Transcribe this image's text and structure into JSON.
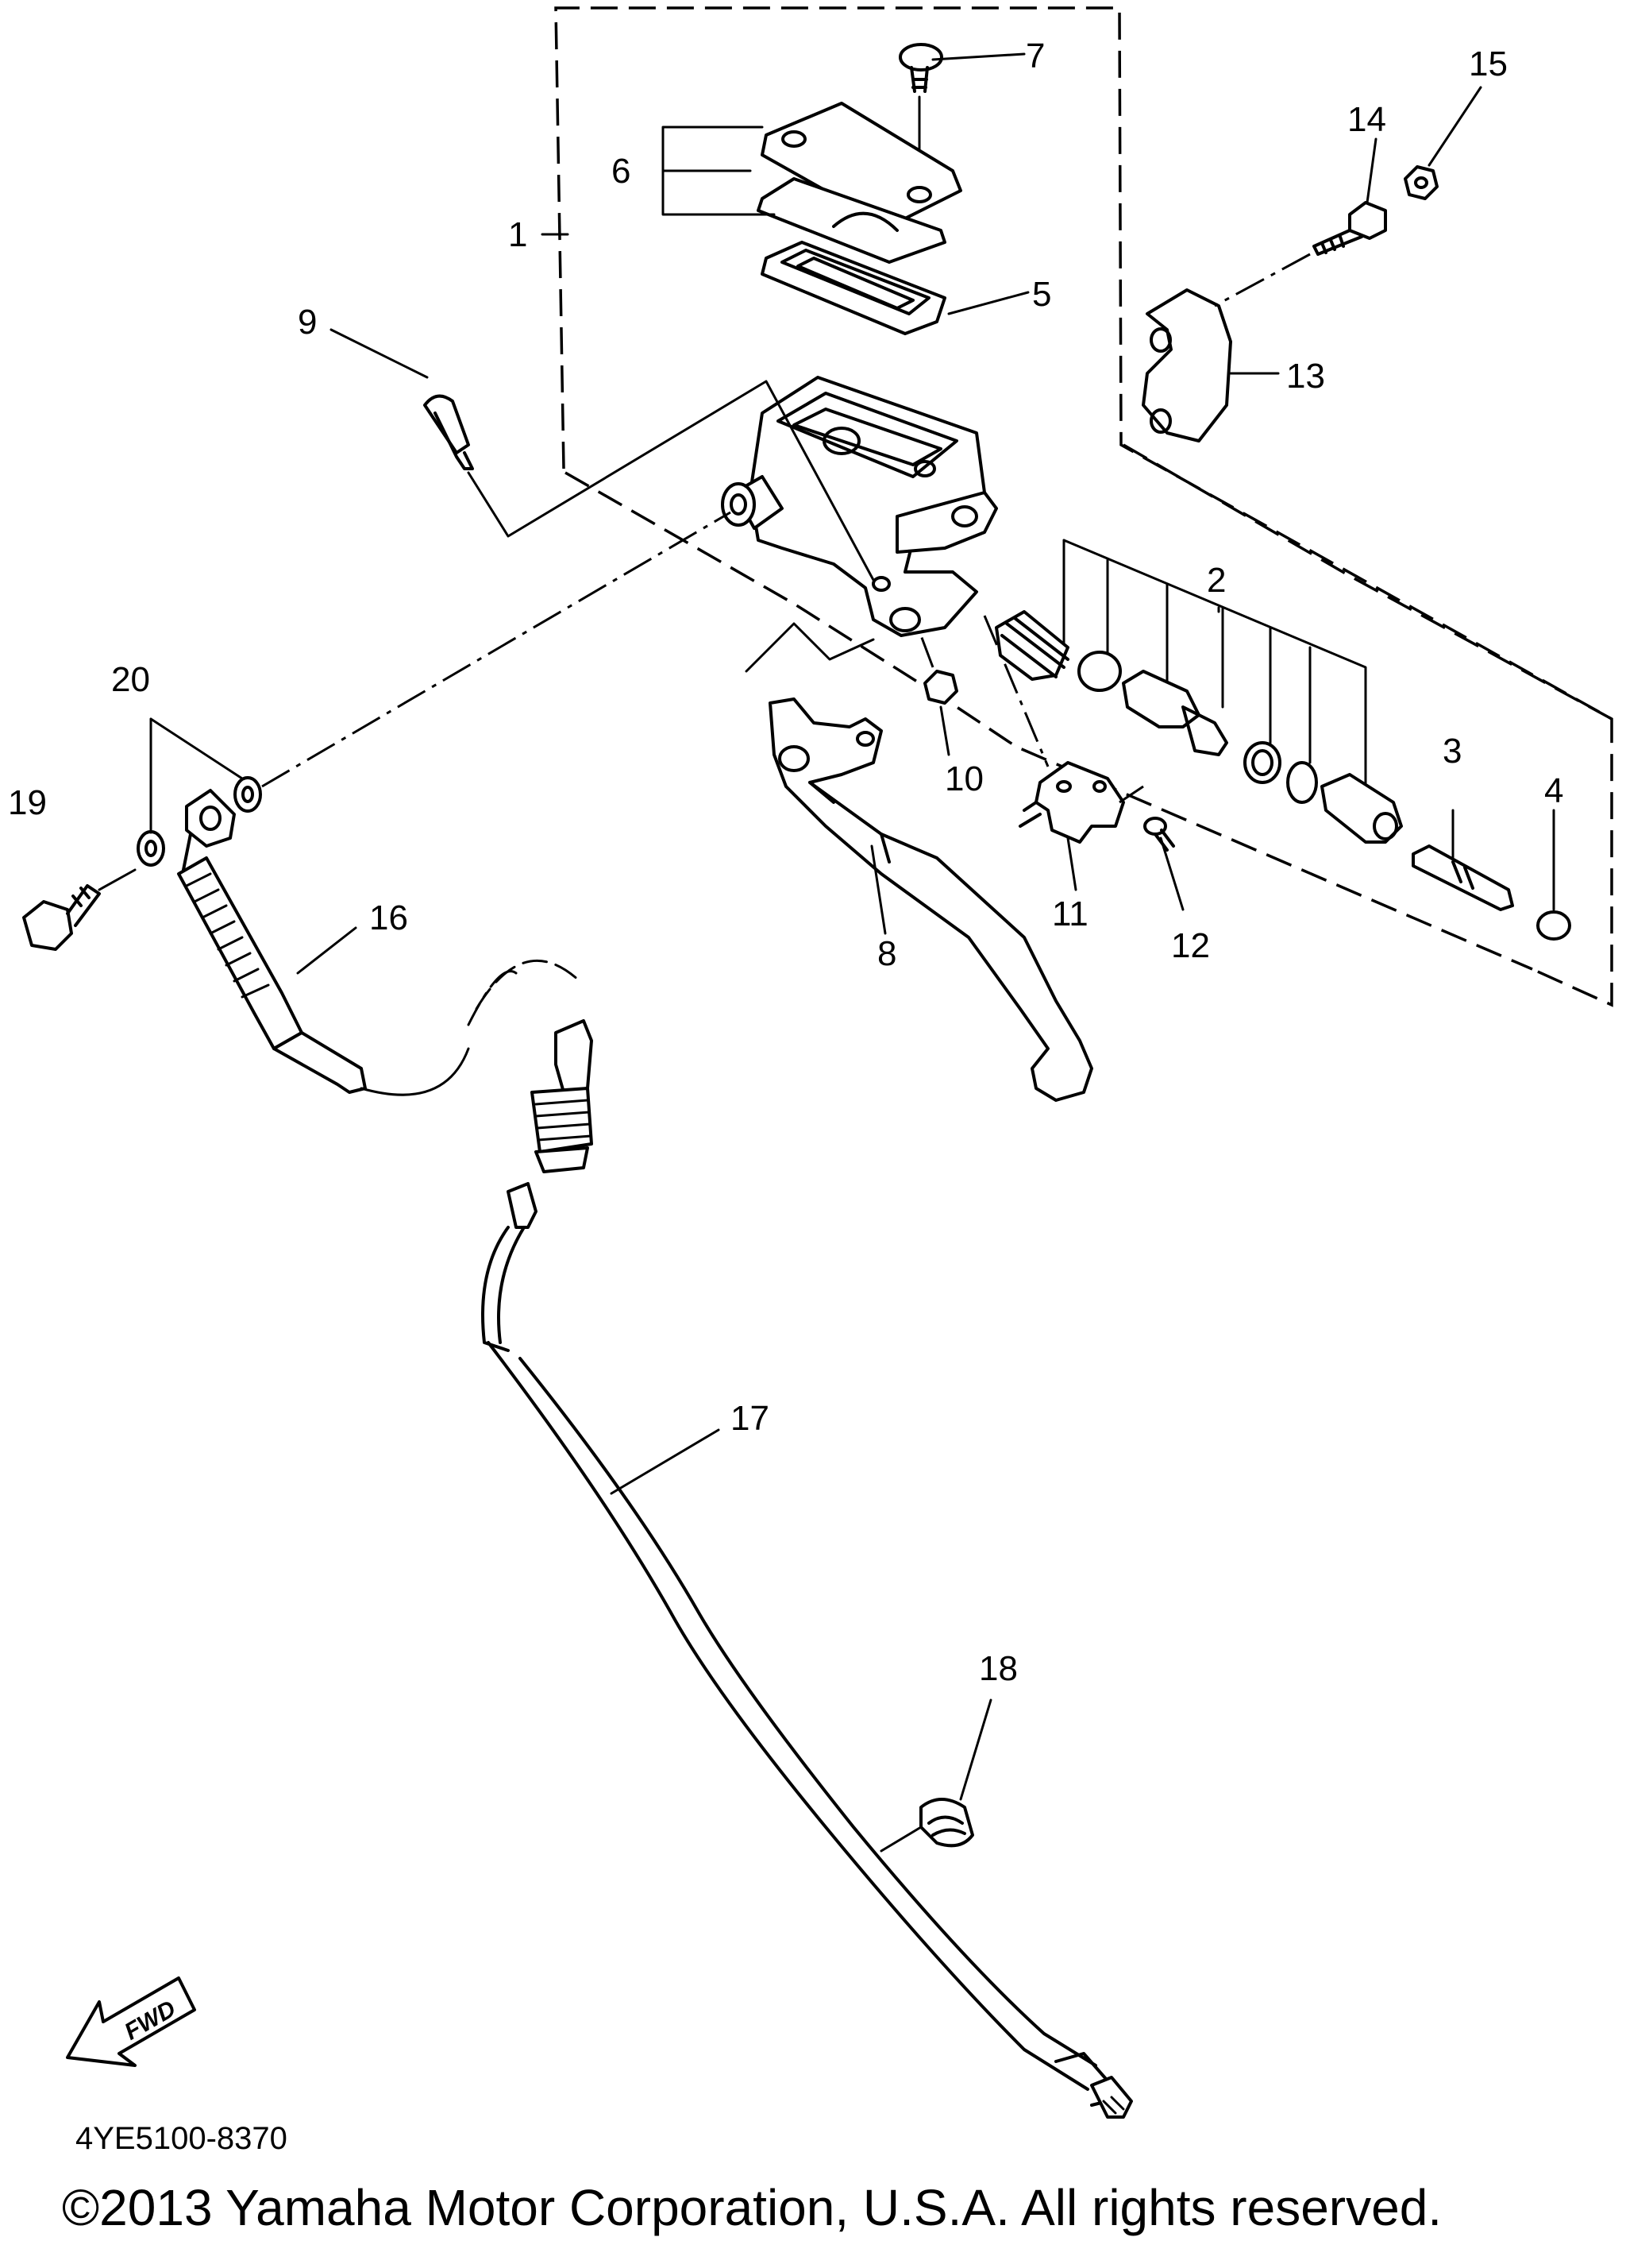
{
  "parts": [
    {
      "number": "1"
    },
    {
      "number": "2"
    },
    {
      "number": "3"
    },
    {
      "number": "4"
    },
    {
      "number": "5"
    },
    {
      "number": "6"
    },
    {
      "number": "7"
    },
    {
      "number": "8"
    },
    {
      "number": "9"
    },
    {
      "number": "10"
    },
    {
      "number": "11"
    },
    {
      "number": "12"
    },
    {
      "number": "13"
    },
    {
      "number": "14"
    },
    {
      "number": "15"
    },
    {
      "number": "16"
    },
    {
      "number": "17"
    },
    {
      "number": "18"
    },
    {
      "number": "19"
    },
    {
      "number": "20"
    }
  ],
  "fwd_arrow": {
    "label": "FWD",
    "icon": "fwd-arrow-icon"
  },
  "footer": {
    "diagram_code": "4YE5100-8370",
    "copyright": "©2013 Yamaha Motor Corporation, U.S.A. All rights reserved."
  }
}
